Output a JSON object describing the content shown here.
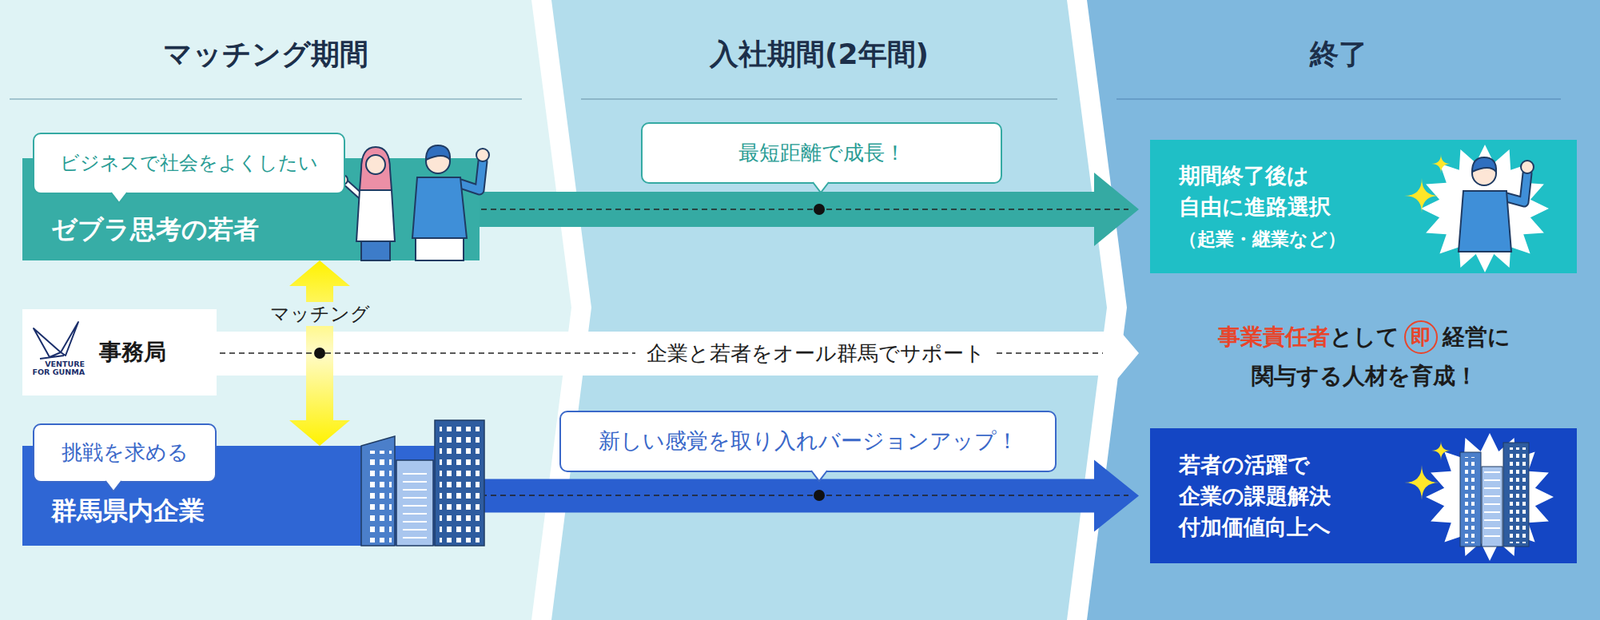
{
  "diagram": {
    "nodes": [
      {
        "text": [
          "マッチング期間"
        ]
      },
      {
        "text": [
          "入社期間(2年間)"
        ]
      },
      {
        "text": [
          "終了"
        ]
      },
      {
        "text": [
          "ビジネスで社会をよくしたい"
        ],
        "in": 0
      },
      {
        "text": [
          "ゼブラ思考の若者"
        ],
        "in": 0
      },
      {
        "text": [
          "最短距離で成長！"
        ],
        "in": 1
      },
      {
        "text": [
          "期間終了後は 自由に進路選択",
          "（起業・継業など）"
        ],
        "in": 2
      },
      {
        "text": [
          "VENTURE FOR GUNMA",
          "事務局"
        ],
        "in": 0
      },
      {
        "text": [
          "挑戦を求める"
        ],
        "in": 0
      },
      {
        "text": [
          "群馬県内企業"
        ],
        "in": 0
      },
      {
        "text": [
          "新しい感覚を取り入れバージョンアップ！"
        ],
        "in": 1
      },
      {
        "text": [
          "若者の活躍で 企業の課題解決 付加価値向上へ"
        ],
        "in": 2
      }
    ],
    "edges": [
      {
        "from": 4,
        "to": 6,
        "arrow": "to"
      },
      {
        "from": 4,
        "to": 9,
        "arrow": "both",
        "label": "マッチング"
      },
      {
        "from": 9,
        "to": 11,
        "arrow": "to"
      }
    ],
    "labels": [
      "企業と若者をオール群馬でサポート",
      "事業責任者",
      "として",
      "即",
      "経営に",
      "関与する人材を育成！"
    ]
  }
}
